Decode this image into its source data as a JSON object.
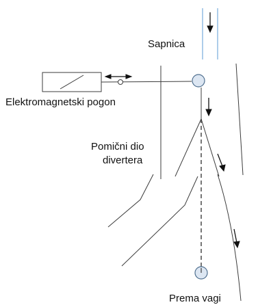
{
  "labels": {
    "nozzle": "Sapnica",
    "actuator": "Elektromagnetski pogon",
    "diverter_line1": "Pomični dio",
    "diverter_line2": "divertera",
    "to_scale": "Prema vagi"
  },
  "colors": {
    "outline": "#3b3b3b",
    "water_pipe": "#5b9bd5",
    "pivot_fill": "#dce6f2",
    "pivot_stroke": "#4f6f8f",
    "arrow": "#111111"
  },
  "icons": {
    "pivot": "circle-pivot",
    "bidirectional_motion": "double-headed-arrow",
    "flow": "down-arrow"
  }
}
